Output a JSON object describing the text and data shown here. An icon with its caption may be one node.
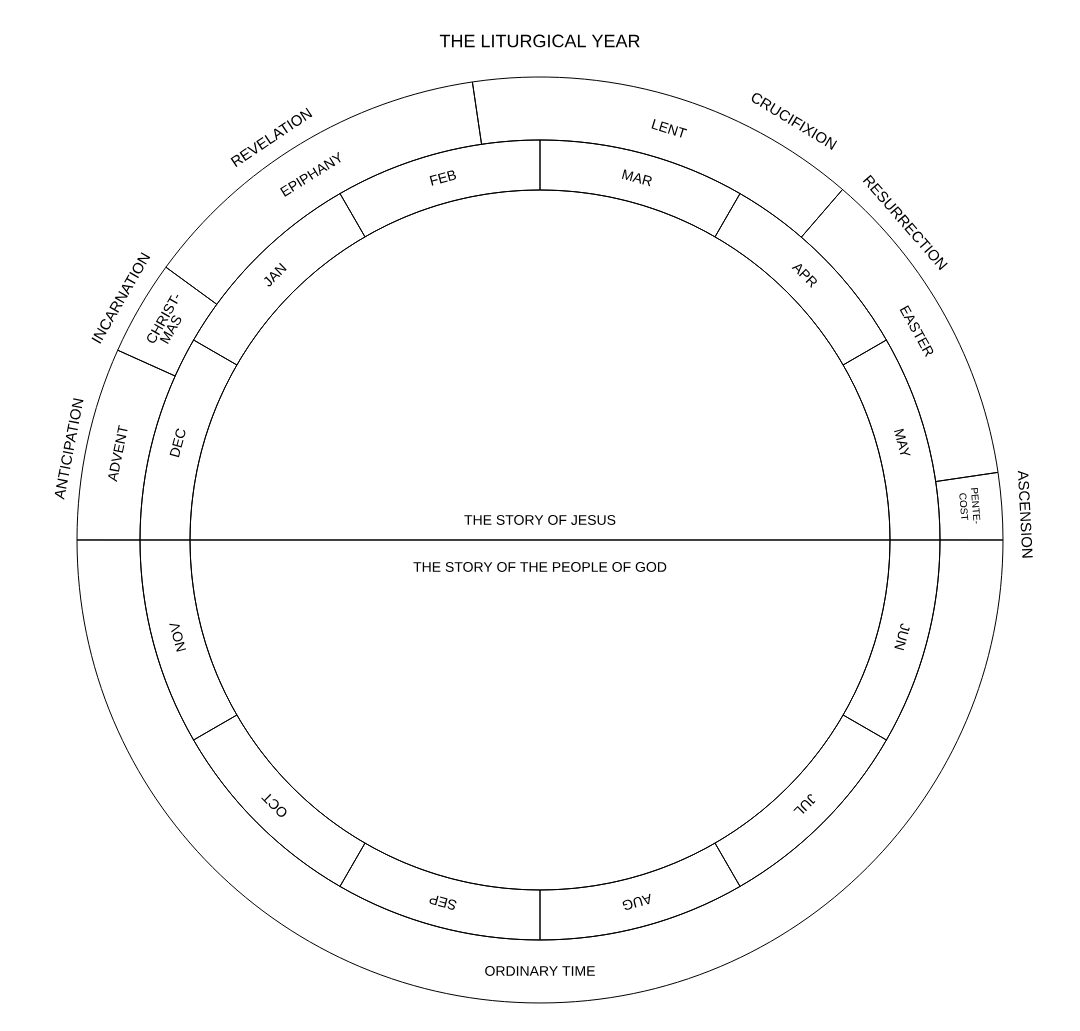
{
  "diagram": {
    "title": "THE  LITURGICAL YEAR",
    "nodes": [
      {
        "text": [
          "ADVENT"
        ]
      },
      {
        "text": [
          "CHRIST- MAS"
        ]
      },
      {
        "text": [
          "EPIPHANY"
        ]
      },
      {
        "text": [
          "LENT"
        ]
      },
      {
        "text": [
          "EASTER"
        ]
      },
      {
        "text": [
          "PENTE- COST"
        ]
      },
      {
        "text": [
          "ORDINARY TIME"
        ]
      },
      {
        "text": [
          "DEC"
        ]
      },
      {
        "text": [
          "JAN"
        ]
      },
      {
        "text": [
          "FEB"
        ]
      },
      {
        "text": [
          "MAR"
        ]
      },
      {
        "text": [
          "APR"
        ]
      },
      {
        "text": [
          "MAY"
        ]
      },
      {
        "text": [
          "JUN"
        ]
      },
      {
        "text": [
          "JUL"
        ]
      },
      {
        "text": [
          "AUG"
        ]
      },
      {
        "text": [
          "SEP"
        ]
      },
      {
        "text": [
          "OCT"
        ]
      },
      {
        "text": [
          "NOV"
        ]
      },
      {
        "text": [
          "THE STORY  OF JESUS"
        ]
      },
      {
        "text": [
          "THE STORY  OF  THE PEOPLE OF GOD"
        ]
      }
    ],
    "labels": [
      "ANTICIPATION",
      "INCARNATION",
      "REVELATION",
      "CRUCIFIXION",
      "RESURRECTION",
      "ASCENSION"
    ]
  }
}
